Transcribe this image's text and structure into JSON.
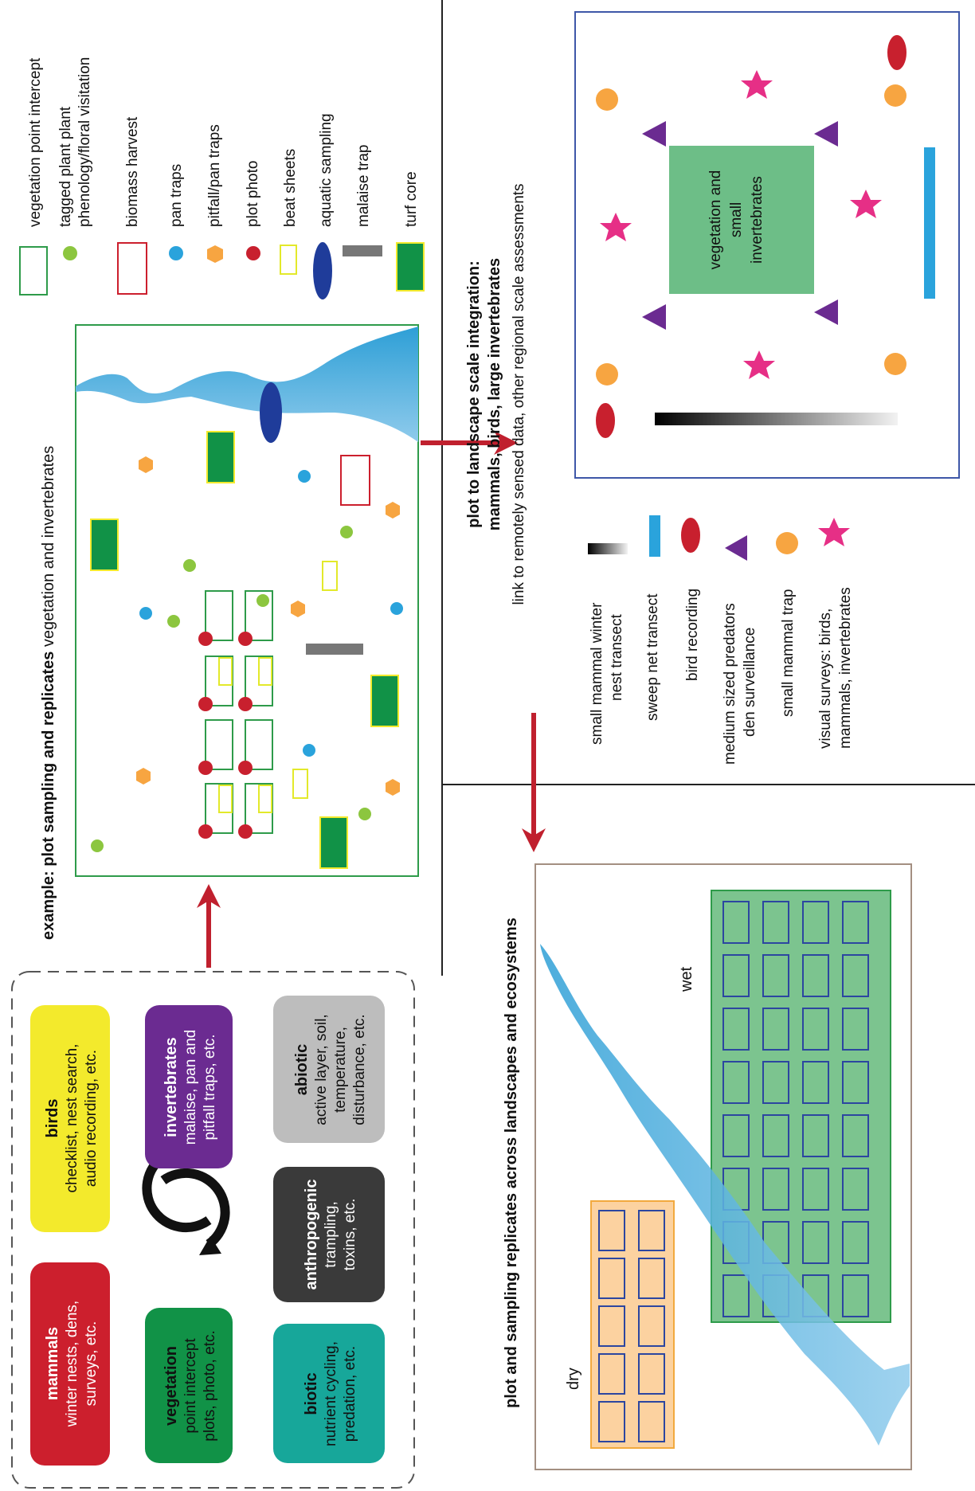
{
  "categories": {
    "mammals": {
      "title": "mammals",
      "lines": [
        "winter nests, dens,",
        "surveys, etc."
      ],
      "color": "#cc1f2d"
    },
    "birds": {
      "title": "birds",
      "lines": [
        "checklist, nest search,",
        "audio recording, etc."
      ],
      "color": "#f3ea2c"
    },
    "vegetation": {
      "title": "vegetation",
      "lines": [
        "point intercept",
        "plots, photo, etc."
      ],
      "color": "#119247"
    },
    "invertebrates": {
      "title": "invertebrates",
      "lines": [
        "malaise, pan and",
        "pitfall traps, etc."
      ],
      "color": "#6b2b91"
    },
    "biotic": {
      "title": "biotic",
      "lines": [
        "nutrient cycling,",
        "predation, etc."
      ],
      "color": "#17a79a"
    },
    "anthropogenic": {
      "title": "anthropogenic",
      "lines": [
        "trampling,",
        "toxins, etc."
      ],
      "color": "#3a3a3a"
    },
    "abiotic": {
      "title": "abiotic",
      "lines": [
        "active layer, soil,",
        "temperature,",
        "disturbance, etc."
      ],
      "color": "#bdbdbd"
    }
  },
  "plot_title_bold": "example: plot sampling and replicates",
  "plot_title_rest": " vegetation and invertebrates",
  "plot_legend": [
    {
      "label": "vegetation point intercept",
      "icon": "green-outline-rect"
    },
    {
      "label": "tagged plant plant",
      "label2": "phenology/floral visitation",
      "icon": "green-dot"
    },
    {
      "label": "biomass harvest",
      "icon": "red-outline-rect"
    },
    {
      "label": "pan traps",
      "icon": "blue-dot"
    },
    {
      "label": "pitfall/pan traps",
      "icon": "orange-hexagon"
    },
    {
      "label": "plot photo",
      "icon": "red-dot"
    },
    {
      "label": "beat sheets",
      "icon": "yellow-outline-rect"
    },
    {
      "label": "aquatic sampling",
      "icon": "navy-ellipse"
    },
    {
      "label": "malaise trap",
      "icon": "grey-bar"
    },
    {
      "label": "turf core",
      "icon": "green-filled-rect"
    }
  ],
  "landscape_title_line1": "plot to landscape scale integration:",
  "landscape_title_line2": "mammals, birds, large invertebrates",
  "landscape_subtitle": "link to remotely sensed data, other regional scale assessments",
  "center_plot_label": [
    "vegetation and",
    "small",
    "invertebrates"
  ],
  "landscape_legend": [
    {
      "label": "small mammal winter",
      "label2": "nest transect",
      "icon": "black-gradient-bar"
    },
    {
      "label": "sweep net transect",
      "icon": "cyan-bar"
    },
    {
      "label": "bird recording",
      "icon": "red-ellipse"
    },
    {
      "label": "medium sized predators",
      "label2": "den surveillance",
      "icon": "purple-triangle"
    },
    {
      "label": "small mammal trap",
      "icon": "orange-circle"
    },
    {
      "label": "visual surveys: birds,",
      "label2": "mammals, invertebrates",
      "icon": "pink-star"
    }
  ],
  "replicates_title": "plot and sampling replicates across landscapes and ecosystems",
  "dry_label": "dry",
  "wet_label": "wet"
}
